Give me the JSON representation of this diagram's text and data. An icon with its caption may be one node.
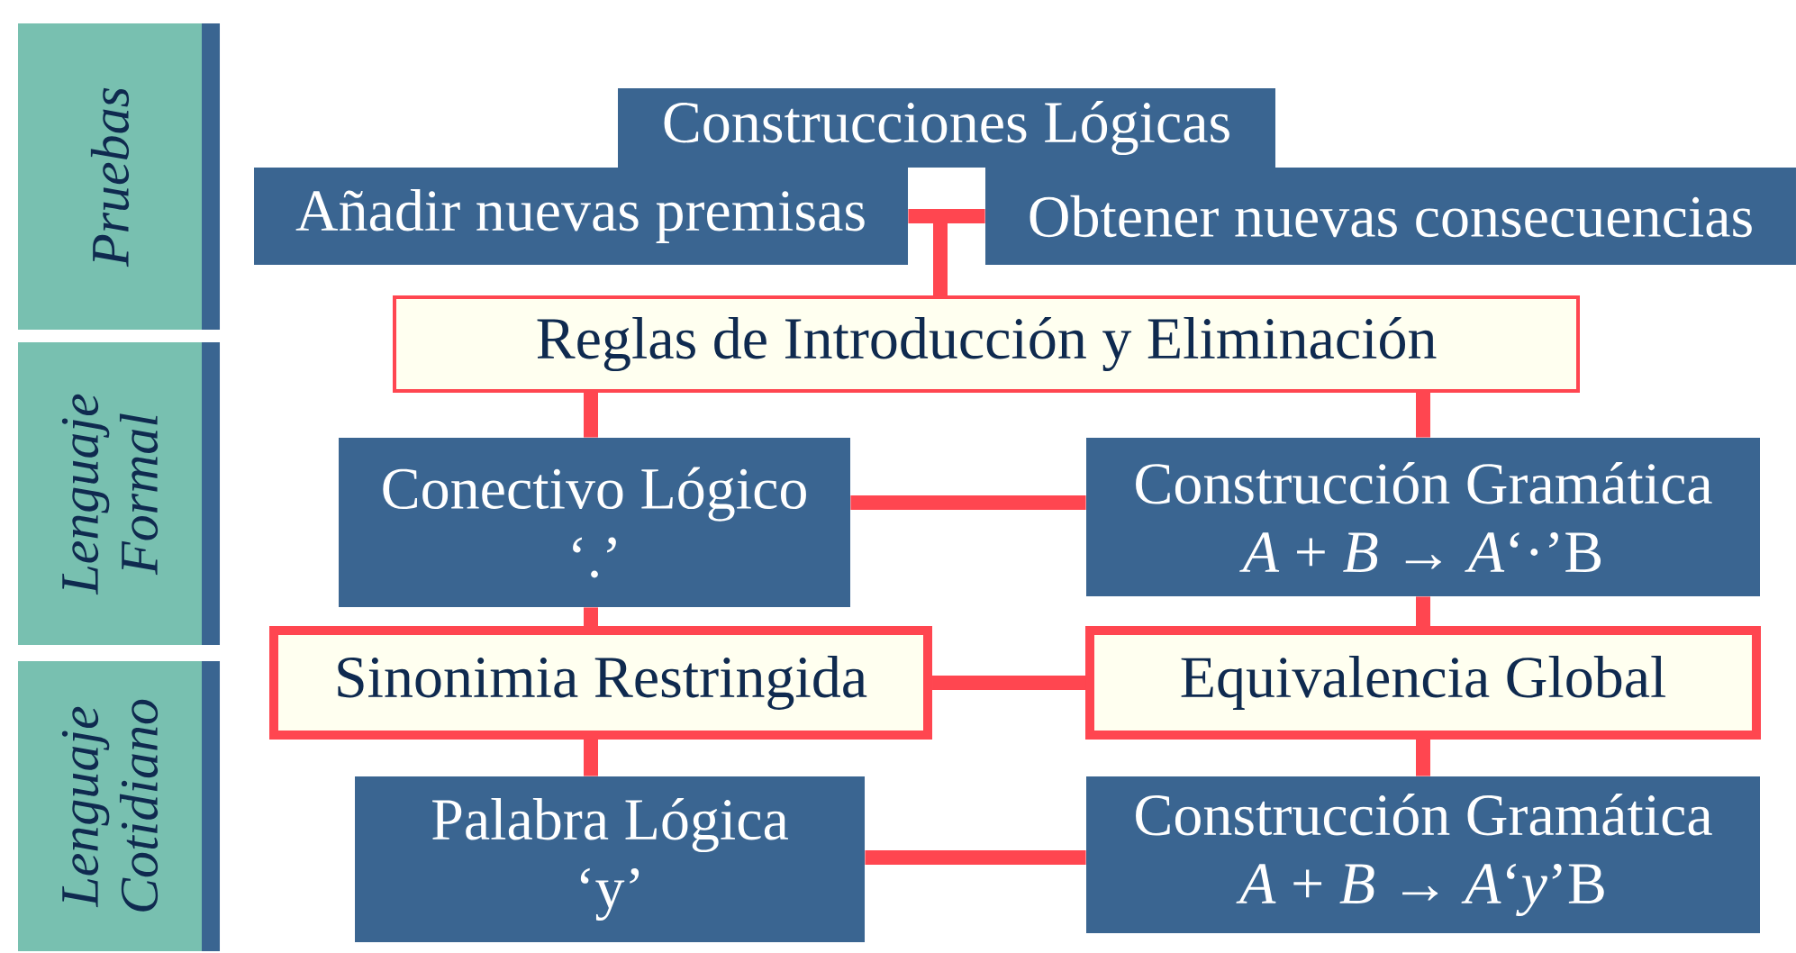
{
  "diagram": {
    "nodes": [
      {
        "text": [
          "Pruebas"
        ]
      },
      {
        "text": [
          "Lenguaje Formal"
        ]
      },
      {
        "text": [
          "Lenguaje Cotidiano"
        ]
      },
      {
        "text": [
          "Construcciones Lógicas"
        ]
      },
      {
        "text": [
          "Añadir nuevas premisas"
        ]
      },
      {
        "text": [
          "Obtener nuevas consecuencias"
        ]
      },
      {
        "text": [
          "Reglas de Introducción y Eliminación"
        ]
      },
      {
        "text": [
          "Conectivo Lógico",
          "‘.’"
        ]
      },
      {
        "text": [
          "Construcción Gramática",
          "*A* + *B* → *A*‘·’B"
        ]
      },
      {
        "text": [
          "Sinonimia Restringida"
        ]
      },
      {
        "text": [
          "Equivalencia Global"
        ]
      },
      {
        "text": [
          "Palabra Lógica",
          "‘y’"
        ]
      },
      {
        "text": [
          "Construcción Gramática",
          "*A* + *B* → *A*‘*y*’B"
        ]
      }
    ],
    "edges": [
      {
        "from": 4,
        "to": 6,
        "arrow": "none"
      },
      {
        "from": 5,
        "to": 6,
        "arrow": "none"
      },
      {
        "from": 6,
        "to": 7,
        "arrow": "none"
      },
      {
        "from": 6,
        "to": 8,
        "arrow": "none"
      },
      {
        "from": 7,
        "to": 8,
        "arrow": "none"
      },
      {
        "from": 7,
        "to": 9,
        "arrow": "none"
      },
      {
        "from": 8,
        "to": 10,
        "arrow": "none"
      },
      {
        "from": 9,
        "to": 10,
        "arrow": "none"
      },
      {
        "from": 9,
        "to": 11,
        "arrow": "none"
      },
      {
        "from": 10,
        "to": 12,
        "arrow": "none"
      },
      {
        "from": 11,
        "to": 12,
        "arrow": "none"
      }
    ]
  }
}
